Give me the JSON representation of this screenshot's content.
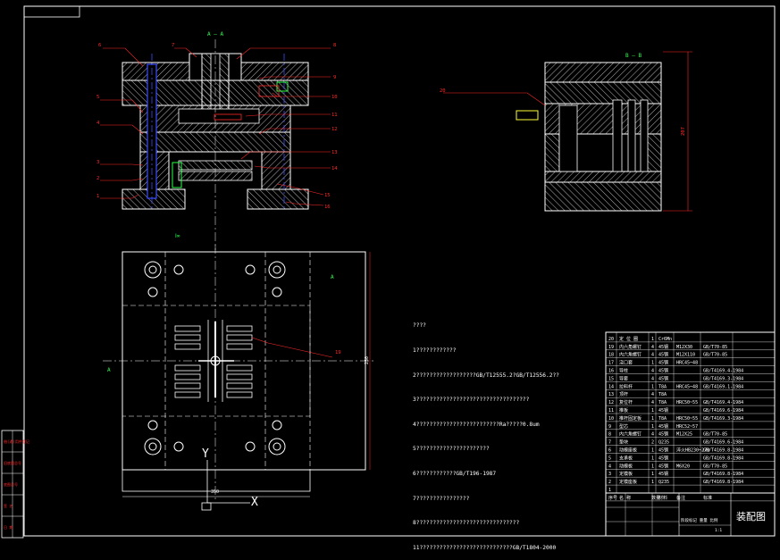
{
  "section_label_a": "A — A",
  "section_label_b": "B — B",
  "view_label_top": "Ⅰ∞",
  "dim_height": "207",
  "dim_width_plan": "350",
  "dim_height_plan": "250",
  "axis_a_left": "A",
  "axis_a_right": "A",
  "axis_y": "Y",
  "axis_x": "X",
  "callout_19": "19",
  "callout_20": "20",
  "front_callouts_left": [
    "6",
    "5",
    "4",
    "3",
    "2",
    "1"
  ],
  "front_callouts_top": [
    "7",
    "8"
  ],
  "front_callouts_right": [
    "9",
    "10",
    "11",
    "12",
    "13",
    "14",
    "15",
    "16"
  ],
  "notes": [
    "????",
    "1????????????",
    "2??????????????????GB/T12555.2?GB/T12556.2??",
    "3??????????????????????????????????",
    "4?????????????????????????Ra?????0.8um",
    "5??????????????????????",
    "6????????????GB/T196-1987",
    "7????????????????",
    "8???????????????????????????????",
    "11????????????????????????????GB/T1804-2000"
  ],
  "bom_rows": [
    [
      "20",
      "定 位 圈",
      "1",
      "Cr6Mn",
      "",
      ""
    ],
    [
      "19",
      "内六角螺钉",
      "4",
      "45钢",
      "M12X30",
      "GB/T70-85"
    ],
    [
      "18",
      "内六角螺钉",
      "4",
      "45钢",
      "M12X110",
      "GB/T70-85"
    ],
    [
      "17",
      "浇口套",
      "1",
      "45钢",
      "HRC45~48",
      ""
    ],
    [
      "16",
      "导柱",
      "4",
      "45钢",
      "",
      "GB/T4169.4-1984"
    ],
    [
      "15",
      "导套",
      "4",
      "45钢",
      "",
      "GB/T4169.3-1984"
    ],
    [
      "14",
      "拉料杆",
      "1",
      "T8A",
      "HRC45~48",
      "GB/T4169.1-1984"
    ],
    [
      "13",
      "顶杆",
      "4",
      "T8A",
      "",
      ""
    ],
    [
      "12",
      "复位杆",
      "4",
      "T8A",
      "HRC50~55",
      "GB/T4169.4-1984"
    ],
    [
      "11",
      "推板",
      "1",
      "45钢",
      "",
      "GB/T4169.6-1984"
    ],
    [
      "10",
      "推杆固定板",
      "1",
      "T8A",
      "HRC50~55",
      "GB/T4169.3-1984"
    ],
    [
      "9",
      "型芯",
      "1",
      "45钢",
      "HRC52~57",
      ""
    ],
    [
      "8",
      "内六角螺钉",
      "4",
      "45钢",
      "M12X25",
      "GB/T70-85"
    ],
    [
      "7",
      "垫块",
      "2",
      "Q235",
      "",
      "GB/T4169.6-1984"
    ],
    [
      "6",
      "动模座板",
      "1",
      "45钢",
      "淬火HB230~270",
      "GB/T4169.8-1984"
    ],
    [
      "5",
      "支承板",
      "1",
      "45钢",
      "",
      "GB/T4169.8-1984"
    ],
    [
      "4",
      "动模板",
      "1",
      "45钢",
      "M6X20",
      "GB/T70-85"
    ],
    [
      "3",
      "定模板",
      "1",
      "45钢",
      "",
      "GB/T4169.8-1984"
    ],
    [
      "2",
      "定模座板",
      "1",
      "Q235",
      "",
      "GB/T4169.8-1984"
    ],
    [
      "1",
      "",
      "",
      "",
      "",
      ""
    ]
  ],
  "bom_header": [
    "序号",
    "名 称",
    "数量",
    "材料",
    "备注",
    "标准"
  ],
  "title_block": {
    "drawing_title": "装配图",
    "scale_labels": "阶段标记 重量 比例",
    "sheet": "1:1"
  },
  "left_strip_labels": [
    "借(通)用件登记",
    "旧底图总号",
    "底图总号",
    "签 名",
    "日 期"
  ],
  "colors": {
    "background": "#000000",
    "outline": "#ffffff",
    "hatch": "#ffffff",
    "callout": "#ff2a2a",
    "centerline_blue": "#3a4bff",
    "green": "#2bff4a",
    "yellow": "#ffff33"
  }
}
